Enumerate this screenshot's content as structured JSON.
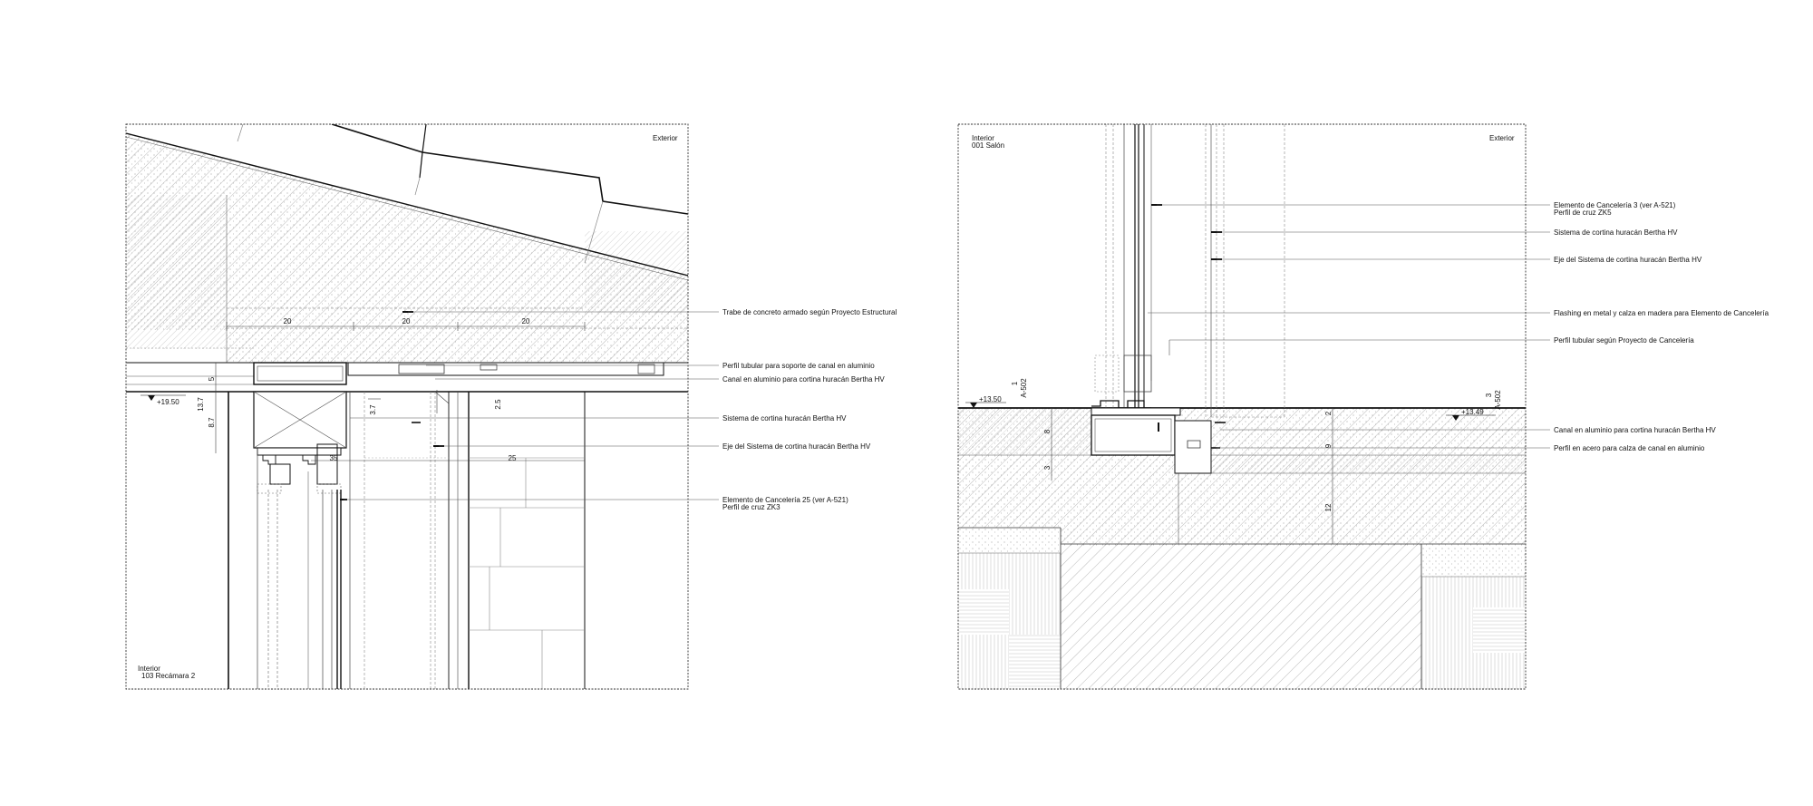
{
  "left_detail": {
    "exterior_label": "Exterior",
    "interior_label": "Interior",
    "room_label": "103 Recámara 2",
    "level_label": "+19.50",
    "callouts": [
      {
        "line1": "Trabe de concreto armado según Proyecto Estructural",
        "line2": ""
      },
      {
        "line1": "Perfil tubular para soporte de canal en aluminio",
        "line2": ""
      },
      {
        "line1": "Canal en aluminio para cortina huracán Bertha HV",
        "line2": ""
      },
      {
        "line1": "Sistema de cortina huracán Bertha HV",
        "line2": ""
      },
      {
        "line1": "Eje del Sistema de cortina huracán Bertha HV",
        "line2": ""
      },
      {
        "line1": "Elemento de Cancelería 25 (ver A-521)",
        "line2": "Perfil de cruz ZK3"
      }
    ],
    "dims": {
      "d20a": "20",
      "d20b": "20",
      "d20c": "20",
      "d5": "5",
      "d137": "13.7",
      "d87": "8.7",
      "d37": "3.7",
      "d25a": "2.5",
      "d35": "35",
      "d25b": "25"
    }
  },
  "right_detail": {
    "exterior_label": "Exterior",
    "interior_label": "Interior",
    "room_label": "001 Salón",
    "level_label_left": "+13.50",
    "level_label_right": "+13.49",
    "section_ref_left_num": "1",
    "section_ref_left_sheet": "A-502",
    "section_ref_right_num": "3",
    "section_ref_right_sheet": "A-502",
    "callouts": [
      {
        "line1": "Elemento de Cancelería 3 (ver A-521)",
        "line2": "Perfil de cruz ZK5"
      },
      {
        "line1": "Sistema de cortina huracán Bertha HV",
        "line2": ""
      },
      {
        "line1": "Eje del Sistema de cortina huracán Bertha HV",
        "line2": ""
      },
      {
        "line1": "Flashing en metal y calza en madera para Elemento de Cancelería",
        "line2": ""
      },
      {
        "line1": "Perfil tubular según Proyecto de Cancelería",
        "line2": ""
      },
      {
        "line1": "Canal en aluminio para cortina huracán Bertha HV",
        "line2": ""
      },
      {
        "line1": "Perfil en acero para calza de canal en aluminio",
        "line2": ""
      }
    ],
    "dims": {
      "d2": "2",
      "d8": "8",
      "d9": "9",
      "d3": "3",
      "d12": "12"
    }
  }
}
